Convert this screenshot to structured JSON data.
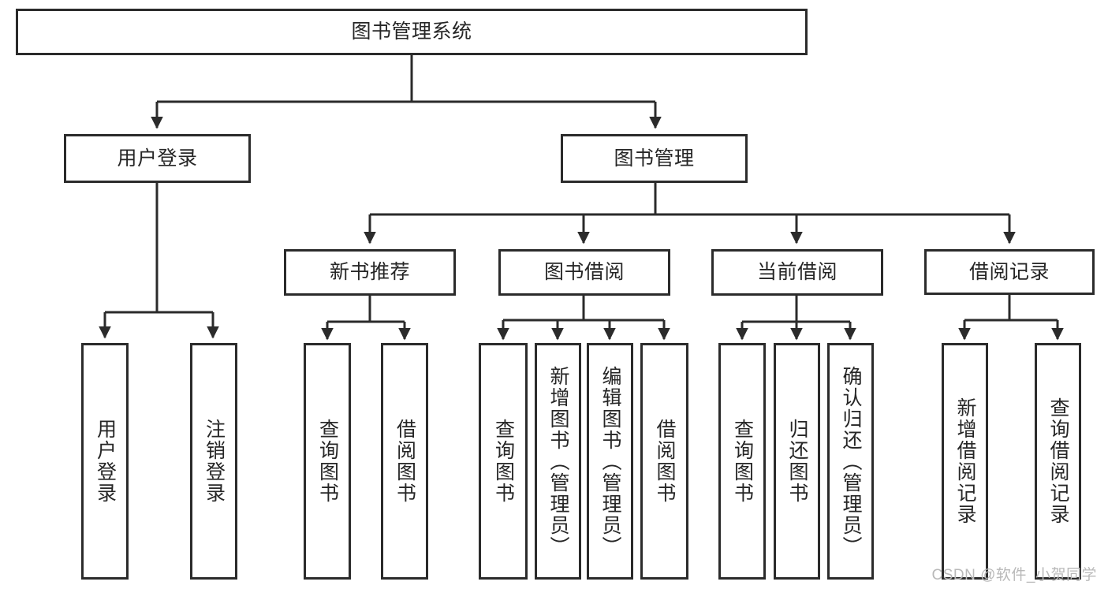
{
  "diagram": {
    "title": "图书管理系统",
    "root": {
      "label": "图书管理系统"
    },
    "level2": [
      {
        "label": "用户登录"
      },
      {
        "label": "图书管理"
      }
    ],
    "level3": [
      {
        "label": "新书推荐"
      },
      {
        "label": "图书借阅"
      },
      {
        "label": "当前借阅"
      },
      {
        "label": "借阅记录"
      }
    ],
    "leaves": {
      "user_login": [
        {
          "label": "用户登录"
        },
        {
          "label": "注销登录"
        }
      ],
      "new_book": [
        {
          "label": "查询图书"
        },
        {
          "label": "借阅图书"
        }
      ],
      "book_borrow": [
        {
          "label": "查询图书"
        },
        {
          "label": "新增图书（管理员）"
        },
        {
          "label": "编辑图书（管理员）"
        },
        {
          "label": "借阅图书"
        }
      ],
      "current_borrow": [
        {
          "label": "查询图书"
        },
        {
          "label": "归还图书"
        },
        {
          "label": "确认归还（管理员）"
        }
      ],
      "borrow_record": [
        {
          "label": "新增借阅记录"
        },
        {
          "label": "查询借阅记录"
        }
      ]
    }
  },
  "watermark": {
    "text": "CSDN @软件_小贺同学"
  },
  "colors": {
    "stroke": "#2b2b2b",
    "background": "#ffffff",
    "text": "#262626",
    "watermark": "#b9b9b9"
  }
}
